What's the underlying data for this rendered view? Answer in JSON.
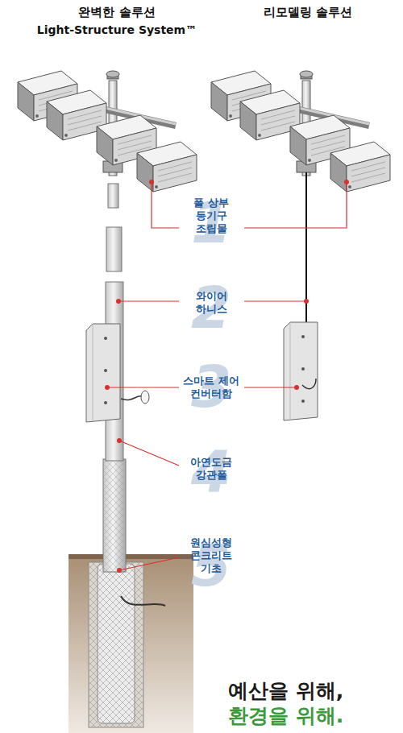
{
  "diagram": {
    "labels": [
      "완벽한 솔루션",
      "Light-Structure System™",
      "리모델링 솔루션",
      "1",
      "폴 상부 등기구 조립물",
      "2",
      "와이어 하니스",
      "3",
      "스마트 제어 컨버터함",
      "4",
      "아연도금 강관폴",
      "5",
      "원심성형 콘크리트 기초",
      "예산을 위해,",
      "환경을 위해."
    ]
  }
}
